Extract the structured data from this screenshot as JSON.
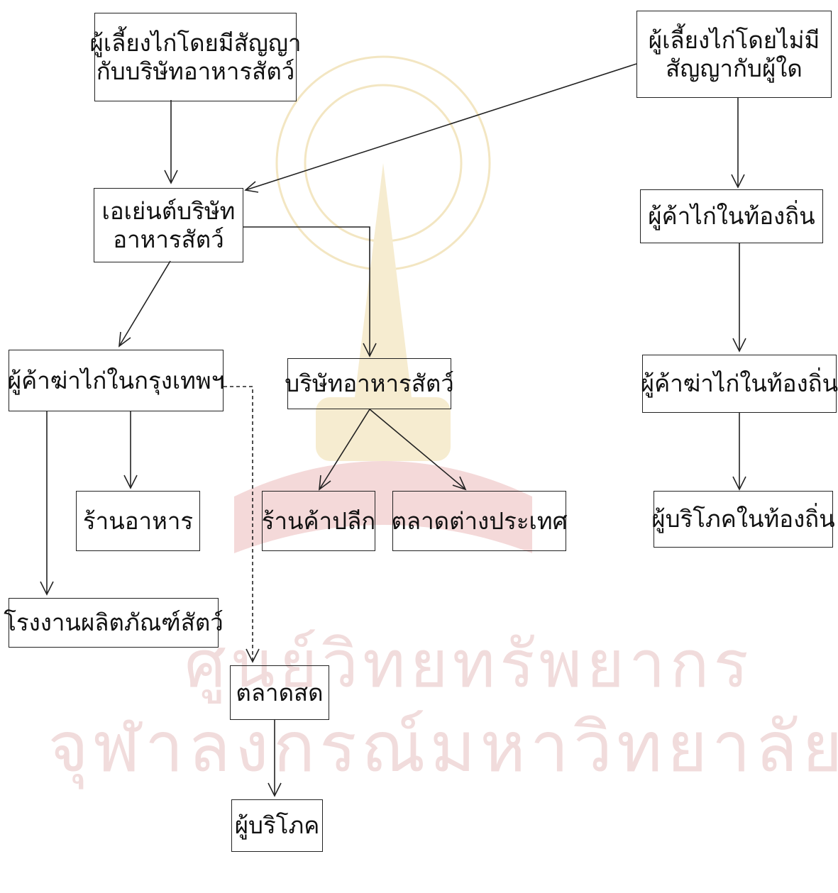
{
  "watermark": {
    "line1": "ศูนย์วิทยทรัพยากร",
    "line2": "จุฬาลงกรณ์มหาวิทยาลัย"
  },
  "nodes": {
    "contract_farmer": [
      "ผู้เลี้ยงไก่โดยมีสัญญา",
      "กับบริษัทอาหารสัตว์"
    ],
    "independent_farmer": [
      "ผู้เลี้ยงไก่โดยไม่มี",
      "สัญญากับผู้ใด"
    ],
    "agent": [
      "เอเย่นต์บริษัท",
      "อาหารสัตว์"
    ],
    "local_trader": "ผู้ค้าไก่ในท้องถิ่น",
    "bkk_slaughter_trader": "ผู้ค้าฆ่าไก่ในกรุงเทพฯ",
    "feed_company": "บริษัทอาหารสัตว์",
    "local_slaughter_trader": "ผู้ค้าฆ่าไก่ในท้องถิ่น",
    "restaurant": "ร้านอาหาร",
    "retail_shop": "ร้านค้าปลีก",
    "foreign_market": "ตลาดต่างประเทศ",
    "local_consumer": "ผู้บริโภคในท้องถิ่น",
    "animal_product_factory": "โรงงานผลิตภัณฑ์สัตว์",
    "fresh_market": "ตลาดสด",
    "consumer": "ผู้บริโภค"
  }
}
